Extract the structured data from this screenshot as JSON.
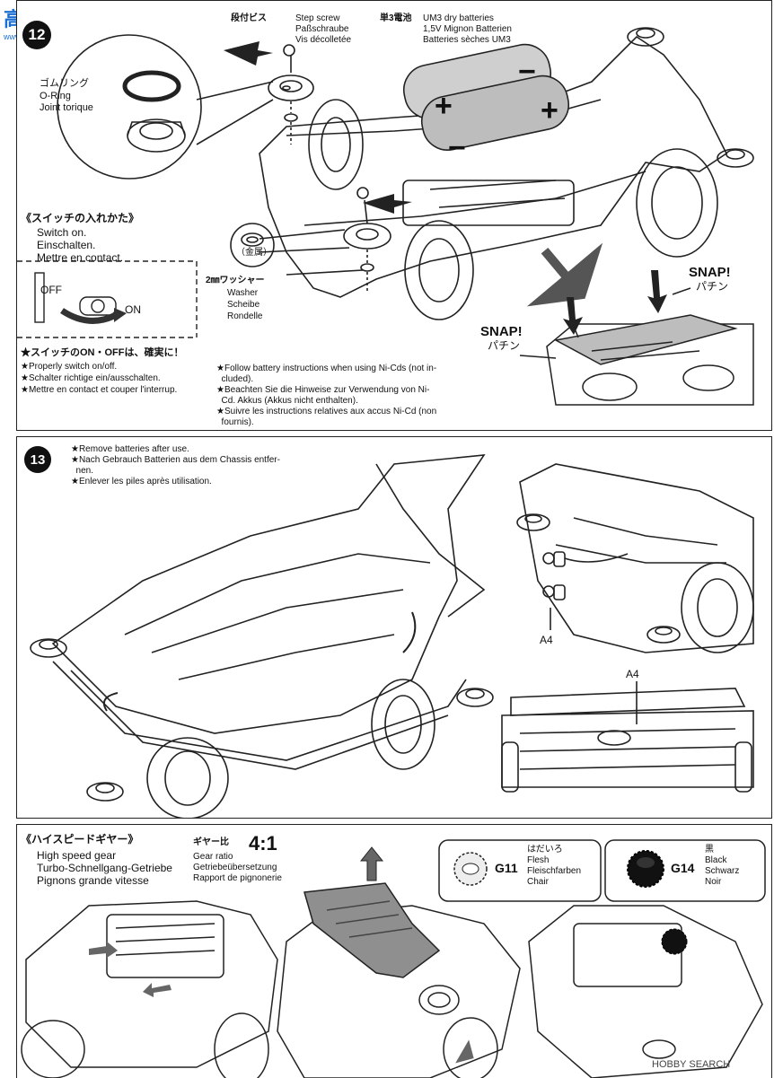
{
  "watermark_top": {
    "cn": "高手",
    "domain": "www.gaoshou.net"
  },
  "watermark_bottom": "HOBBY SEARCH",
  "step12": {
    "number": "12",
    "oring": {
      "ja": "ゴムリング",
      "de": "O-Ring",
      "fr": "Joint torique"
    },
    "step_screw": {
      "ja": "段付ビス",
      "en": "Step screw",
      "de": "Paßschraube",
      "fr": "Vis décolletée"
    },
    "batteries": {
      "ja": "単3電池",
      "en": "UM3 dry batteries",
      "de": "1,5V Mignon Batterien",
      "fr": "Batteries sèches UM3"
    },
    "switch": {
      "ja": "《スイッチの入れかた》",
      "en": "Switch on.",
      "de": "Einschalten.",
      "fr": "Mettre en contact."
    },
    "switch_labels": {
      "off": "OFF",
      "on": "ON"
    },
    "metal": "（金属）",
    "washer": {
      "ja": "2㎜ワッシャー",
      "en": "Washer",
      "de": "Scheibe",
      "fr": "Rondelle"
    },
    "snap1": {
      "en": "SNAP!",
      "ja": "パチン"
    },
    "snap2": {
      "en": "SNAP!",
      "ja": "パチン"
    },
    "notes_left": [
      "★スイッチのON・OFFは、確実に！",
      "★Properly switch on/off.",
      "★Schalter richtige ein/ausschalten.",
      "★Mettre en contact et couper l'interrup."
    ],
    "notes_right": [
      "★Follow battery instructions when using Ni-Cds (not in-",
      "  cluded).",
      "★Beachten Sie die Hinweise zur Verwendung von Ni-",
      "  Cd. Akkus (Akkus nicht enthalten).",
      "★Suivre les instructions relatives aux accus Ni-Cd (non",
      "  fournis)."
    ]
  },
  "step13": {
    "number": "13",
    "notes": [
      "★Remove batteries after use.",
      "★Nach Gebrauch Batterien aus dem Chassis entfer-",
      "  nen.",
      "★Enlever les piles après utilisation."
    ],
    "part_a4_1": "A4",
    "part_a4_2": "A4"
  },
  "gear": {
    "title_ja": "《ハイスピードギヤー》",
    "title_en": "High speed gear",
    "title_de": "Turbo-Schnellgang-Getriebe",
    "title_fr": "Pignons grande vitesse",
    "ratio_ja": "ギヤー比",
    "ratio": "4:1",
    "ratio_en": "Gear ratio",
    "ratio_de": "Getriebeübersetzung",
    "ratio_fr": "Rapport de pignonerie",
    "g11": {
      "code": "G11",
      "ja": "はだいろ",
      "en": "Flesh",
      "de": "Fleischfarben",
      "fr": "Chair"
    },
    "g14": {
      "code": "G14",
      "ja": "黒",
      "en": "Black",
      "de": "Schwarz",
      "fr": "Noir"
    }
  }
}
